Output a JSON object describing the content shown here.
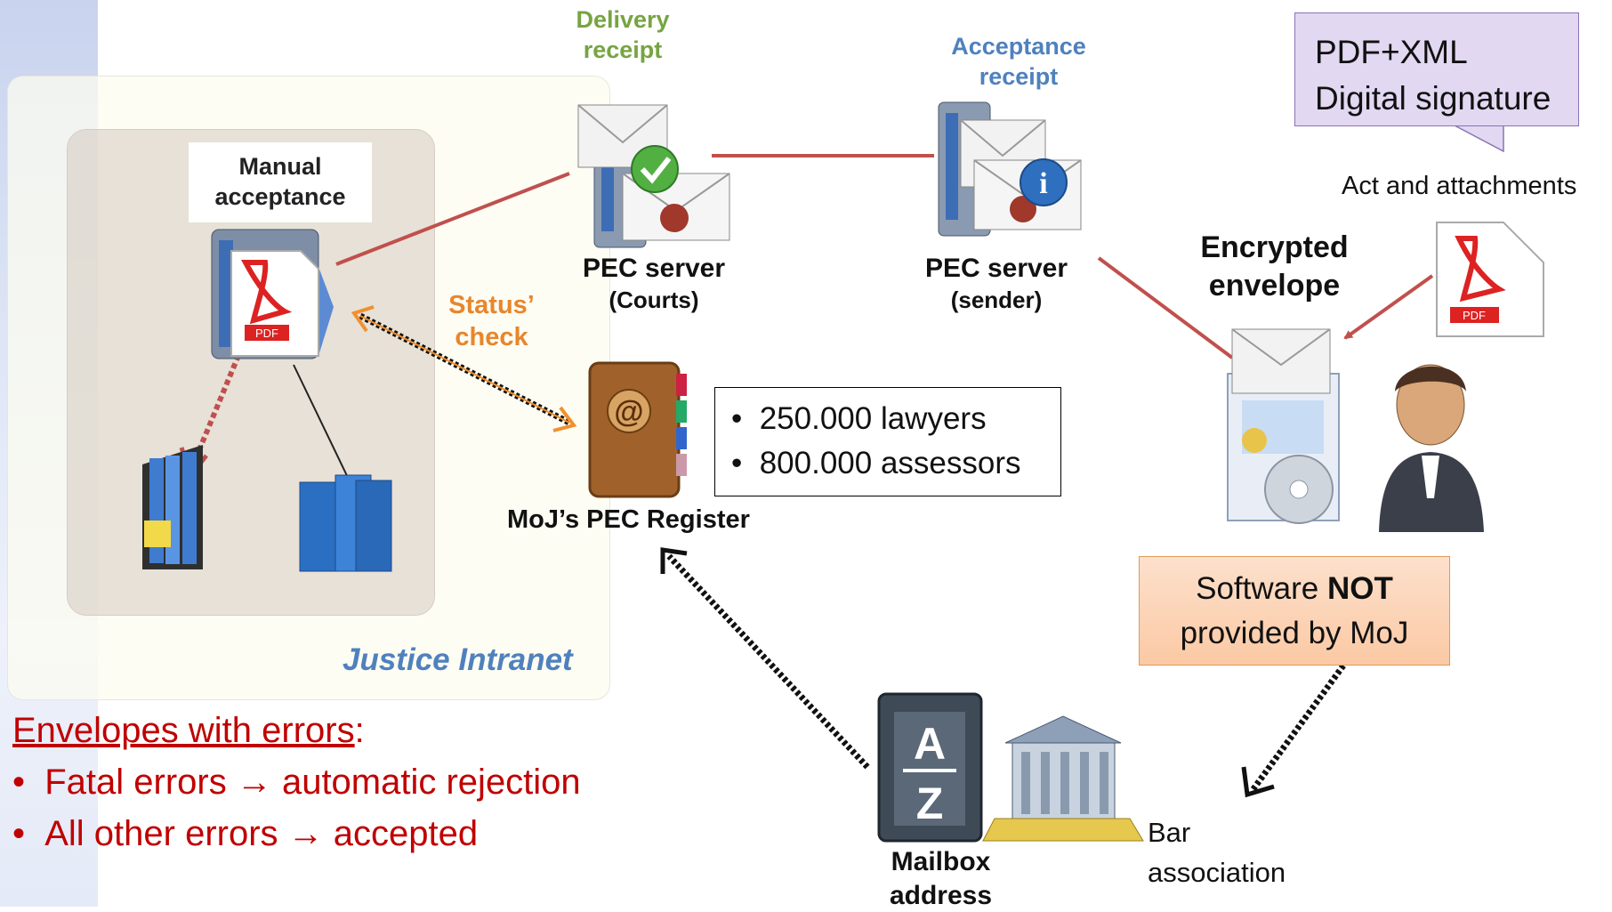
{
  "texts": {
    "delivery_receipt_1": "Delivery",
    "delivery_receipt_2": "receipt",
    "acceptance_receipt_1": "Acceptance",
    "acceptance_receipt_2": "receipt",
    "pec_courts_1": "PEC server",
    "pec_courts_2": "(Courts)",
    "pec_sender_1": "PEC server",
    "pec_sender_2": "(sender)",
    "manual_1": "Manual",
    "manual_2": "acceptance",
    "status_1": "Status’",
    "status_2": "check",
    "register": "MoJ’s PEC Register",
    "lawyers": "250.000 lawyers",
    "assessors": "800.000 assessors",
    "pdfxml_1": "PDF+XML",
    "pdfxml_2": "Digital signature",
    "act": "Act and attachments",
    "encrypted_1": "Encrypted",
    "encrypted_2": "envelope",
    "software_pre": "Software ",
    "software_bold": "NOT",
    "software_2": "provided by MoJ",
    "intranet": "Justice Intranet",
    "mailbox_1": "Mailbox",
    "mailbox_2": "address",
    "bar_1": "Bar",
    "bar_2": "association",
    "errors_title": "Envelopes with errors",
    "errors_colon": ":",
    "fatal": "Fatal errors → automatic rejection",
    "other": "All other errors → accepted",
    "pdf_tag": "PDF",
    "at_sign": "@",
    "az_a": "A",
    "az_z": "Z"
  },
  "icons": [
    "pdf-icon",
    "server-icon",
    "check-icon",
    "info-icon",
    "address-book-icon",
    "person-icon",
    "cd-software-icon",
    "binder-icon",
    "books-icon",
    "building-icon",
    "az-book-icon",
    "envelope-icon"
  ],
  "colors": {
    "connector": "#c0504d",
    "status_arrow": "#f0902e",
    "delivery": "#76a442",
    "acceptance": "#4f81bd",
    "errors": "#c00000",
    "callout_fill": "#e2d8f2",
    "software_fill": "#fbc9a4"
  }
}
